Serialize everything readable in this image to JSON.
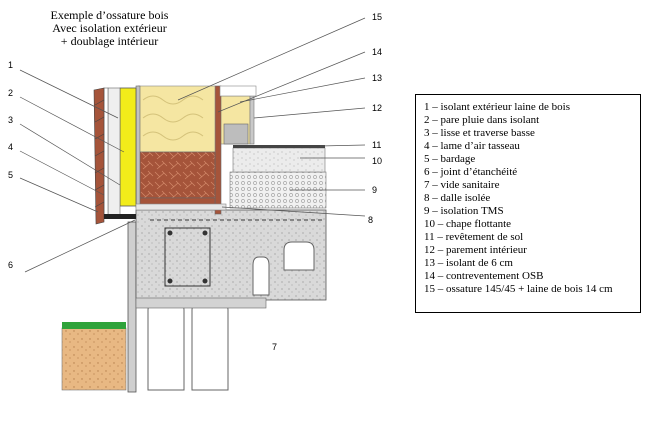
{
  "title": {
    "line1": "Exemple d’ossature bois",
    "line2": "Avec isolation extérieur",
    "line3": "+ doublage intérieur"
  },
  "callouts": [
    "1",
    "2",
    "3",
    "4",
    "5",
    "6",
    "7",
    "8",
    "9",
    "10",
    "11",
    "12",
    "13",
    "14",
    "15"
  ],
  "legend": [
    "1 – isolant extérieur laine de bois",
    "2 – pare pluie dans isolant",
    "3 – lisse et traverse basse",
    "4 – lame d’air tasseau",
    "5 – bardage",
    "6 – joint d’étanchéité",
    "7 – vide sanitaire",
    "8 – dalle isolée",
    "9 – isolation TMS",
    "10 – chape flottante",
    "11 – revêtement de sol",
    "12 – parement intérieur",
    "13 – isolant de 6 cm",
    "14 – contreventement OSB",
    "15 – ossature 145/45 + laine de bois 14 cm"
  ],
  "colors": {
    "insulation_yellow": "#f5e6a2",
    "membrane_yellow": "#f2ec1a",
    "timber_brown": "#a5543a",
    "concrete_gray": "#d6d6d6",
    "screed_gray": "#e6e6e6",
    "soil": "#e9b983",
    "grass": "#2fa33a"
  }
}
